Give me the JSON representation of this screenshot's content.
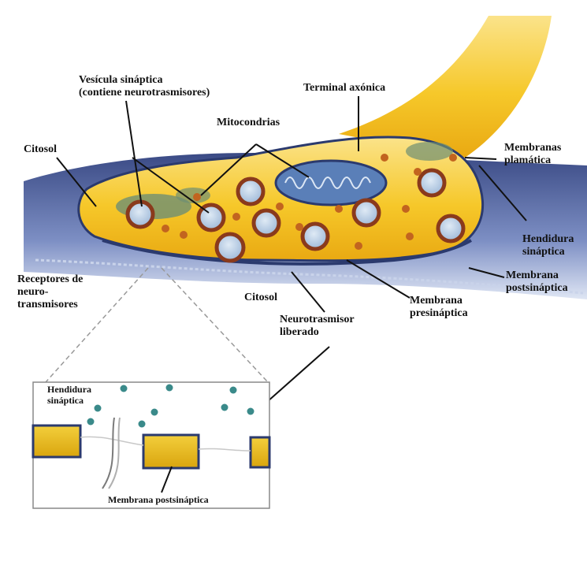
{
  "labels": {
    "vesicula_1": "Vesícula sináptica",
    "vesicula_2": "(contiene neurotrasmisores)",
    "terminal": "Terminal axónica",
    "mitocondrias": "Mitocondrias",
    "citosol_top": "Citosol",
    "membranas_1": "Membranas",
    "membranas_2": "plamática",
    "hendidura_1": "Hendidura",
    "hendidura_2": "sináptica",
    "membrana_post_1": "Membrana",
    "membrana_post_2": "postsináptica",
    "receptores_1": "Receptores de",
    "receptores_2": "neuro-",
    "receptores_3": "transmisores",
    "citosol_bottom": "Citosol",
    "membrana_pre_1": "Membrana",
    "membrana_pre_2": "presináptica",
    "neurotrasmisor_1": "Neurotrasmisor",
    "neurotrasmisor_2": "liberado",
    "inset_hendidura_1": "Hendidura",
    "inset_hendidura_2": "sináptica",
    "inset_membrana": "Membrana postsináptica"
  },
  "colors": {
    "axon_yellow": "#f5c21a",
    "axon_light": "#fbe07a",
    "postsynaptic_blue": "#2b3a6e",
    "vesicle_fill": "#a9c4e0",
    "vesicle_ring": "#8a3a1c",
    "mitochondria": "#5a7fb8"
  }
}
